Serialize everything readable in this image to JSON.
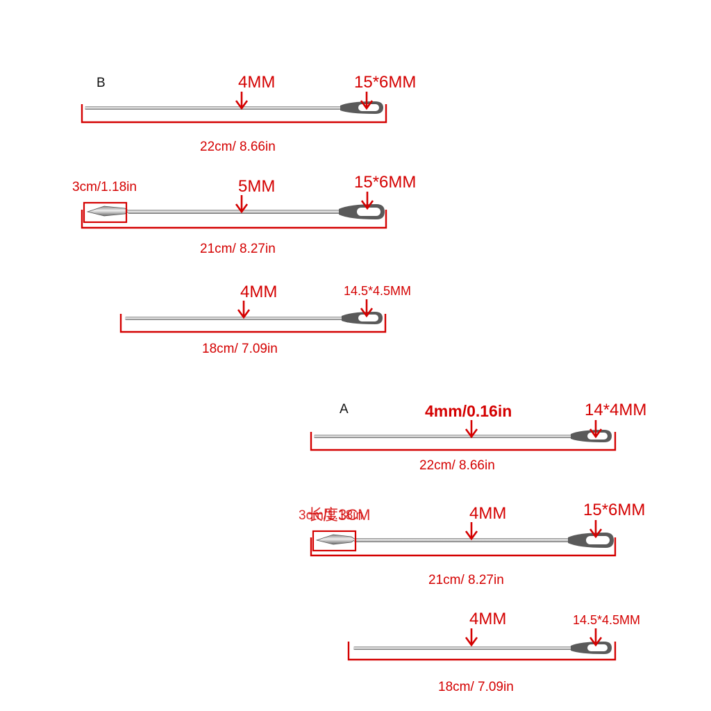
{
  "colors": {
    "annotation": "#d40000",
    "needle_dark": "#6e6e6e",
    "needle_light": "#e6e6e6",
    "needle_mid": "#bdbdbd",
    "background": "#ffffff"
  },
  "group_b": {
    "label": "B",
    "needles": [
      {
        "length": "22cm/ 8.66in",
        "diameter": "4MM",
        "eye": "15*6MM",
        "tip": ""
      },
      {
        "length": "21cm/ 8.27in",
        "diameter": "5MM",
        "eye": "15*6MM",
        "tip": "3cm/1.18in"
      },
      {
        "length": "18cm/ 7.09in",
        "diameter": "4MM",
        "eye": "14.5*4.5MM",
        "tip": ""
      }
    ]
  },
  "group_a": {
    "label": "A",
    "needles": [
      {
        "length": "22cm/ 8.66in",
        "diameter": "4mm/0.16in",
        "eye": "14*4MM",
        "tip": ""
      },
      {
        "length": "21cm/ 8.27in",
        "diameter": "4MM",
        "eye": "15*6MM",
        "tip": "3cm/1.18in",
        "tip_overlay": "长度3CM"
      },
      {
        "length": "18cm/ 7.09in",
        "diameter": "4MM",
        "eye": "14.5*4.5MM",
        "tip": ""
      }
    ]
  }
}
